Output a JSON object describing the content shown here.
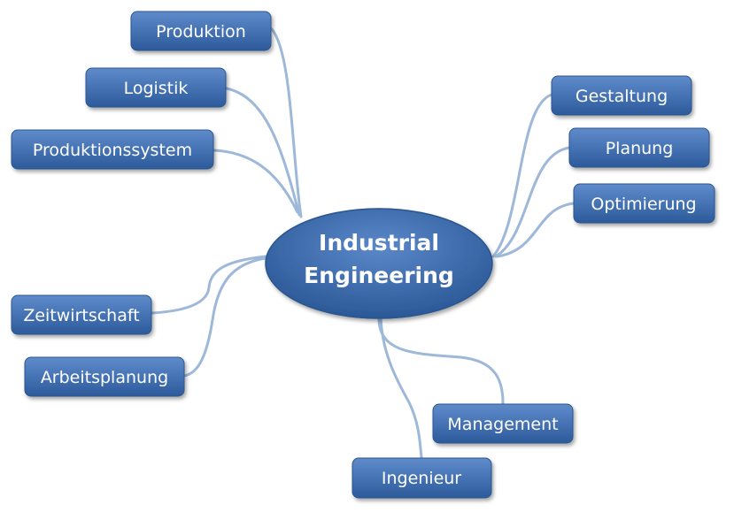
{
  "center": {
    "line1": "Industrial",
    "line2": "Engineering"
  },
  "nodes": {
    "produktion": "Produktion",
    "logistik": "Logistik",
    "produktionssystem": "Produktionssystem",
    "zeitwirtschaft": "Zeitwirtschaft",
    "arbeitsplanung": "Arbeitsplanung",
    "gestaltung": "Gestaltung",
    "planung": "Planung",
    "optimierung": "Optimierung",
    "management": "Management",
    "ingenieur": "Ingenieur"
  },
  "colors": {
    "node_fill_top": "#5a86c6",
    "node_fill_bottom": "#2d5d9e",
    "connector": "#9db8d9",
    "text": "#ffffff"
  }
}
